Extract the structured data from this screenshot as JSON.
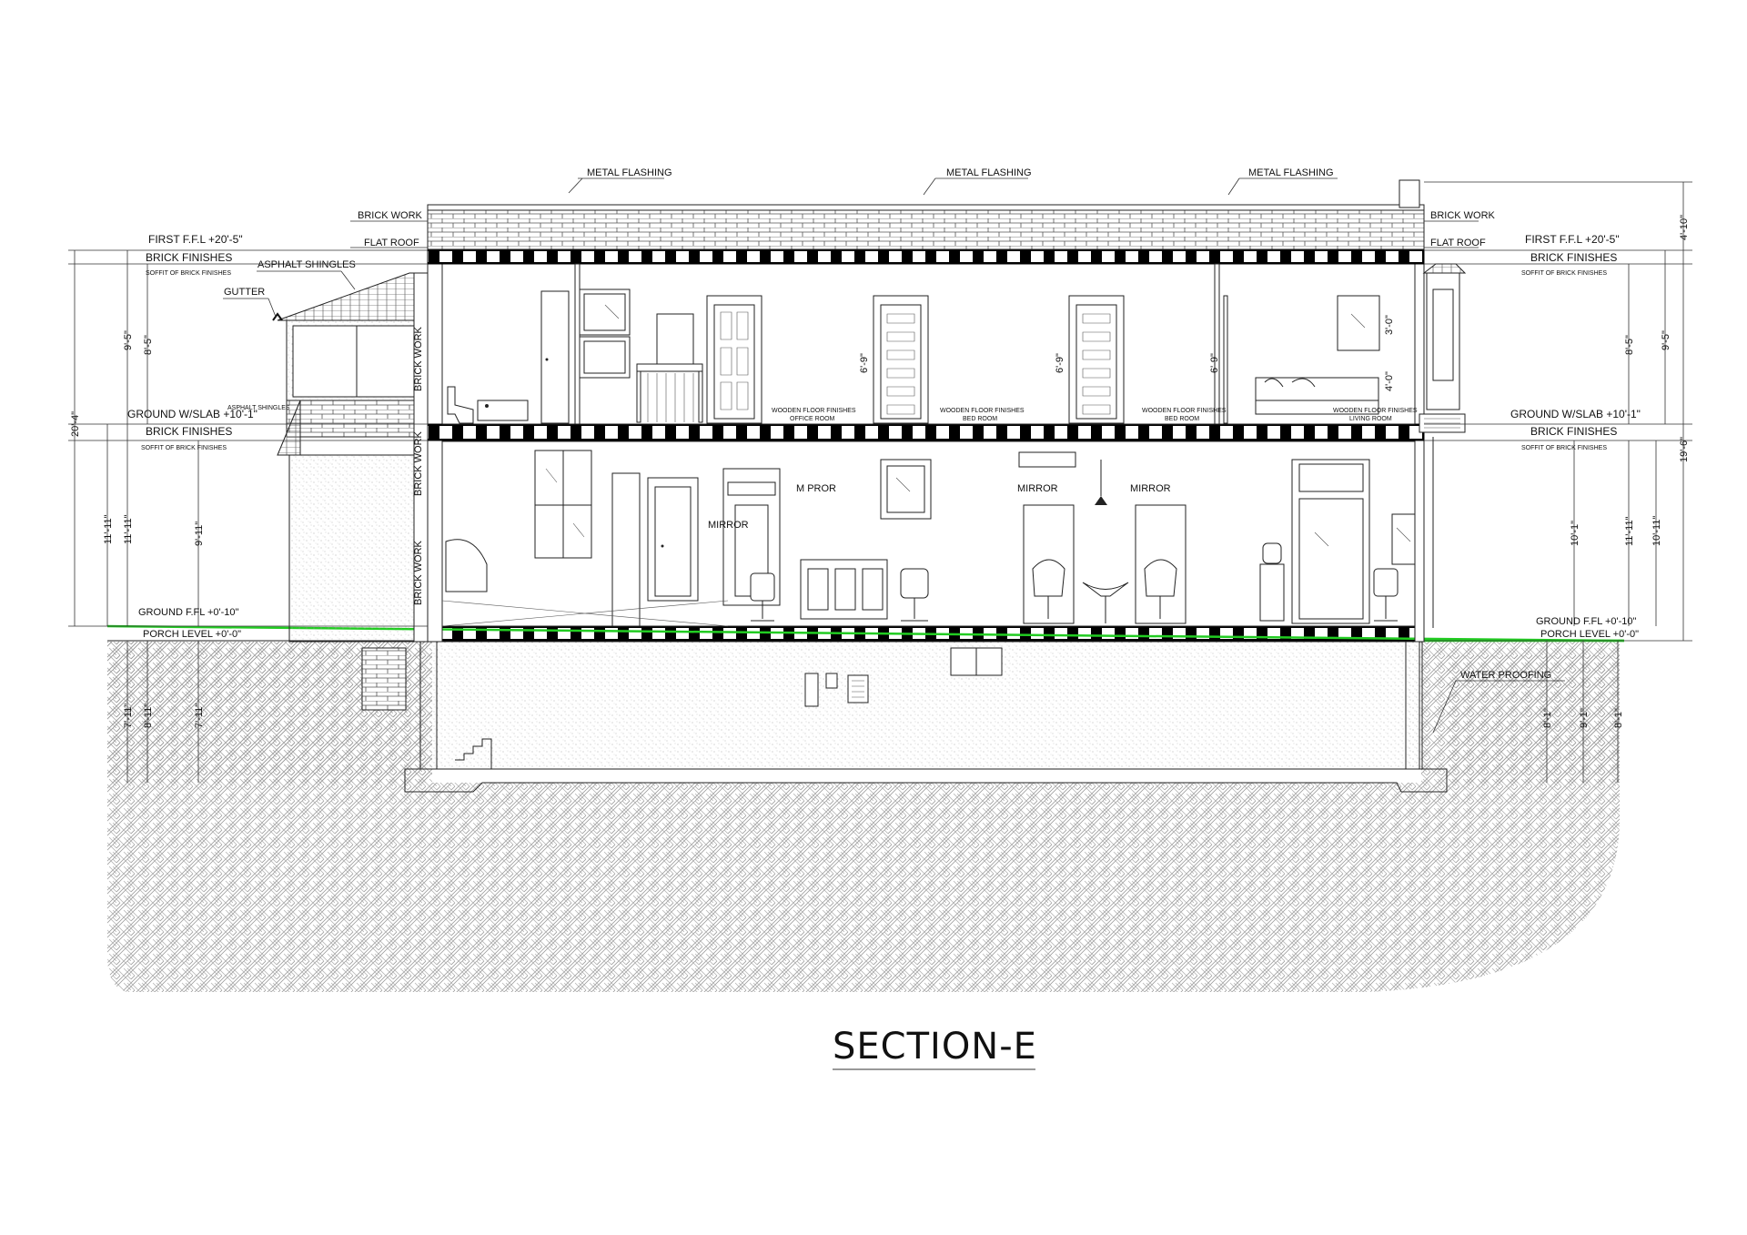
{
  "title": "SECTION-E",
  "callouts": {
    "metal_flashing": "METAL FLASHING",
    "brick_work": "BRICK WORK",
    "flat_roof": "FLAT ROOF",
    "asphalt_shingles": "ASPHALT SHINGLES",
    "asphalt_shingles_small": "ASPHALT SHINGLES",
    "gutter": "GUTTER",
    "water_proofing": "WATER PROOFING",
    "mirror": "MIRROR",
    "mirror_alt": "M PROR"
  },
  "levels": {
    "first_ffl": "FIRST F.F.L +20'-5\"",
    "brick_finishes": "BRICK FINISHES",
    "soffit": "SOFFIT OF BRICK FINISHES",
    "ground_slab": "GROUND W/SLAB +10'-1\"",
    "ground_ffl": "GROUND F.FL +0'-10\"",
    "porch_level": "PORCH LEVEL +0'-0\""
  },
  "rooms": {
    "office": "OFFICE ROOM",
    "bed": "BED ROOM",
    "living": "LIVING ROOM",
    "wooden_floor": "WOODEN FLOOR FINISHES"
  },
  "dims": {
    "left": [
      "20'-4\"",
      "9'-5\"",
      "8'-5\"",
      "11'-11\"",
      "11'-11\"",
      "9'-11\"",
      "7'-11\"",
      "8'-11\"",
      "7'-11\""
    ],
    "right": [
      "4'-10\"",
      "9'-5\"",
      "8'-5\"",
      "19'-6\"",
      "11'-11\"",
      "10'-11\"",
      "10'-1\"",
      "8'-1\"",
      "9'-1\"",
      "8'-1\""
    ],
    "interior": [
      "6'-9\"",
      "6'-9\"",
      "6'-9\"",
      "3'-0\"",
      "4'-0\""
    ]
  },
  "colors": {
    "grade_line": "#22cc22",
    "line": "#222222"
  }
}
